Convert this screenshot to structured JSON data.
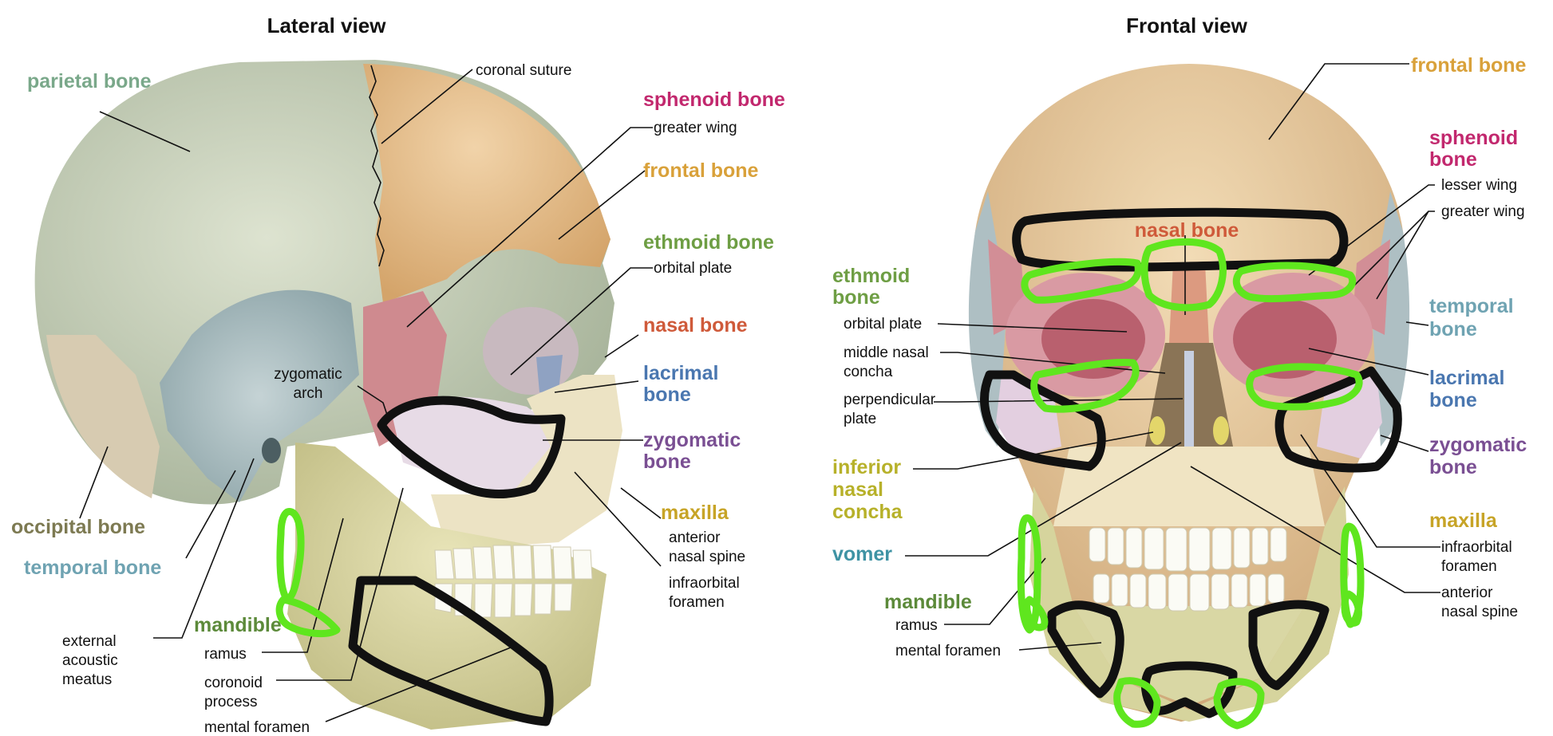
{
  "views": {
    "lateral": {
      "title": "Lateral view",
      "labels": {
        "parietal_bone": "parietal bone",
        "coronal_suture": "coronal suture",
        "sphenoid_bone": "sphenoid bone",
        "greater_wing": "greater wing",
        "frontal_bone": "frontal bone",
        "ethmoid_bone": "ethmoid bone",
        "orbital_plate": "orbital plate",
        "nasal_bone": "nasal bone",
        "lacrimal_line1": "lacrimal",
        "lacrimal_line2": "bone",
        "zygomatic_arch_line1": "zygomatic",
        "zygomatic_arch_line2": "arch",
        "zygomatic_line1": "zygomatic",
        "zygomatic_line2": "bone",
        "maxilla": "maxilla",
        "anterior_line1": "anterior",
        "anterior_line2": "nasal spine",
        "infraorbital_line1": "infraorbital",
        "infraorbital_line2": "foramen",
        "occipital_bone": "occipital bone",
        "temporal_bone": "temporal bone",
        "mandible": "mandible",
        "ramus": "ramus",
        "coronoid_line1": "coronoid",
        "coronoid_line2": "process",
        "mental_foramen": "mental foramen",
        "eam_line1": "external",
        "eam_line2": "acoustic",
        "eam_line3": "meatus"
      }
    },
    "frontal": {
      "title": "Frontal view",
      "labels": {
        "frontal_bone": "frontal bone",
        "sphenoid_line1": "sphenoid",
        "sphenoid_line2": "bone",
        "lesser_wing": "lesser wing",
        "greater_wing": "greater wing",
        "nasal_bone": "nasal bone",
        "ethmoid_line1": "ethmoid",
        "ethmoid_line2": "bone",
        "orbital_plate": "orbital plate",
        "middle_nasal_line1": "middle nasal",
        "middle_nasal_line2": "concha",
        "perpendicular_line1": "perpendicular",
        "perpendicular_line2": "plate",
        "temporal_line1": "temporal",
        "temporal_line2": "bone",
        "lacrimal_line1": "lacrimal",
        "lacrimal_line2": "bone",
        "zygomatic_line1": "zygomatic",
        "zygomatic_line2": "bone",
        "inferior_line1": "inferior",
        "inferior_line2": "nasal",
        "inferior_line3": "concha",
        "maxilla": "maxilla",
        "infraorbital_line1": "infraorbital",
        "infraorbital_line2": "foramen",
        "vomer": "vomer",
        "anterior_line1": "anterior",
        "anterior_line2": "nasal spine",
        "mandible": "mandible",
        "ramus": "ramus",
        "mental_foramen": "mental foramen"
      }
    }
  },
  "colors": {
    "parietal": "#7aa88a",
    "sphenoid": "#c2286e",
    "frontal": "#d9a13a",
    "ethmoid": "#6e9e44",
    "nasal": "#cf5a3a",
    "lacrimal": "#4a77b0",
    "zygomatic": "#7a4f93",
    "maxilla": "#c7a427",
    "occipital": "#7d7a52",
    "temporal": "#6fa3b2",
    "mandible": "#5c8a3a",
    "vomer": "#3f93a4",
    "inferior_concha": "#b7b12a",
    "annotation_black": "#111111",
    "annotation_green": "#5fe61e"
  }
}
